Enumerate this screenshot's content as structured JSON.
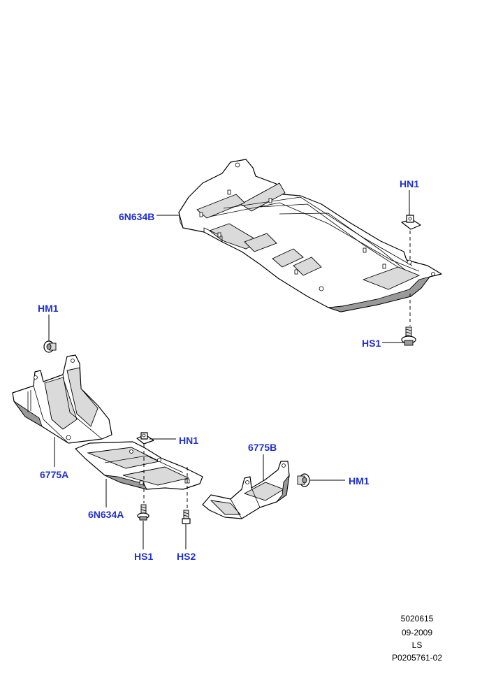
{
  "colors": {
    "callout": "#1f2fd6",
    "line": "#000000",
    "shade": "#dadada"
  },
  "callouts": {
    "hn1_top": "HN1",
    "shield_main": "6N634B",
    "hs1_top": "HS1",
    "hm1_left": "HM1",
    "hn1_mid": "HN1",
    "bracket_left": "6775A",
    "shield_small": "6N634A",
    "bracket_right": "6775B",
    "hm1_right": "HM1",
    "hs1_bottom": "HS1",
    "hs2_bottom": "HS2"
  },
  "footer": {
    "line1": "5020615",
    "line2": "09-2009",
    "line3": "LS",
    "line4": "P0205761-02"
  }
}
